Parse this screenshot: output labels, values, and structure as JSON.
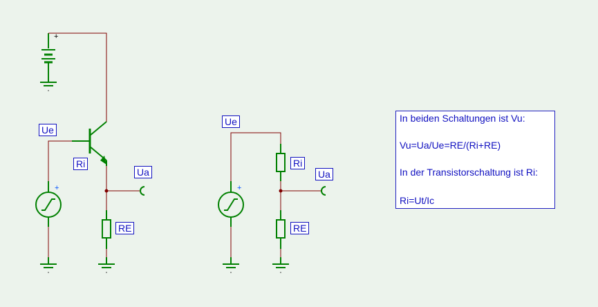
{
  "labels": {
    "ue_left": "Ue",
    "ri_left": "Ri",
    "ua_left": "Ua",
    "re_left": "RE",
    "ue_right": "Ue",
    "ri_right": "Ri",
    "ua_right": "Ua",
    "re_right": "RE"
  },
  "note": {
    "line1": "In beiden Schaltungen ist Vu:",
    "line2": "Vu=Ua/Ue=RE/(Ri+RE)",
    "line3": "In der Transistorschaltung ist Ri:",
    "line4": "Ri=Ut/Ic"
  },
  "colors": {
    "background": "#ecf3ec",
    "wire": "#800000",
    "component": "#008000",
    "label": "#1010c0",
    "polarity": "#0050ff"
  }
}
